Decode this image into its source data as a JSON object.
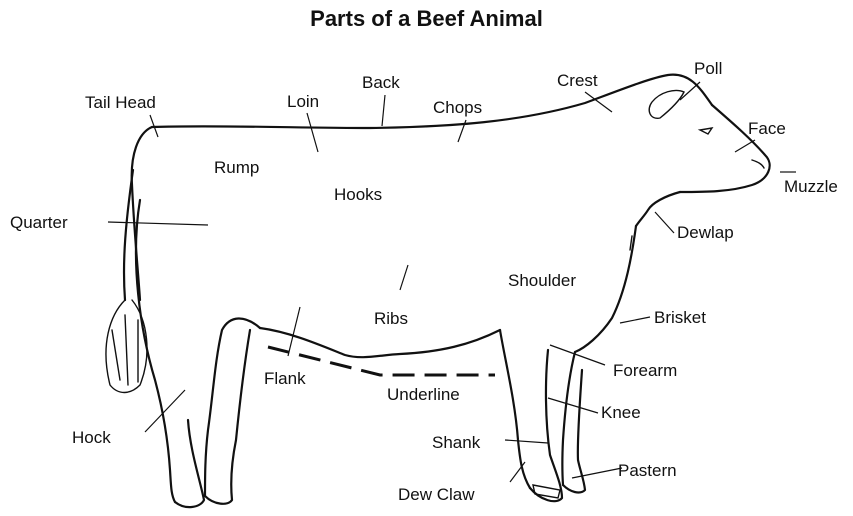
{
  "title": "Parts of a Beef Animal",
  "labels": {
    "tail_head": "Tail Head",
    "loin": "Loin",
    "back": "Back",
    "chops": "Chops",
    "crest": "Crest",
    "poll": "Poll",
    "face": "Face",
    "muzzle": "Muzzle",
    "rump": "Rump",
    "hooks": "Hooks",
    "quarter": "Quarter",
    "dewlap": "Dewlap",
    "shoulder": "Shoulder",
    "ribs": "Ribs",
    "brisket": "Brisket",
    "flank": "Flank",
    "forearm": "Forearm",
    "underline": "Underline",
    "hock": "Hock",
    "knee": "Knee",
    "shank": "Shank",
    "pastern": "Pastern",
    "dew_claw": "Dew Claw"
  }
}
